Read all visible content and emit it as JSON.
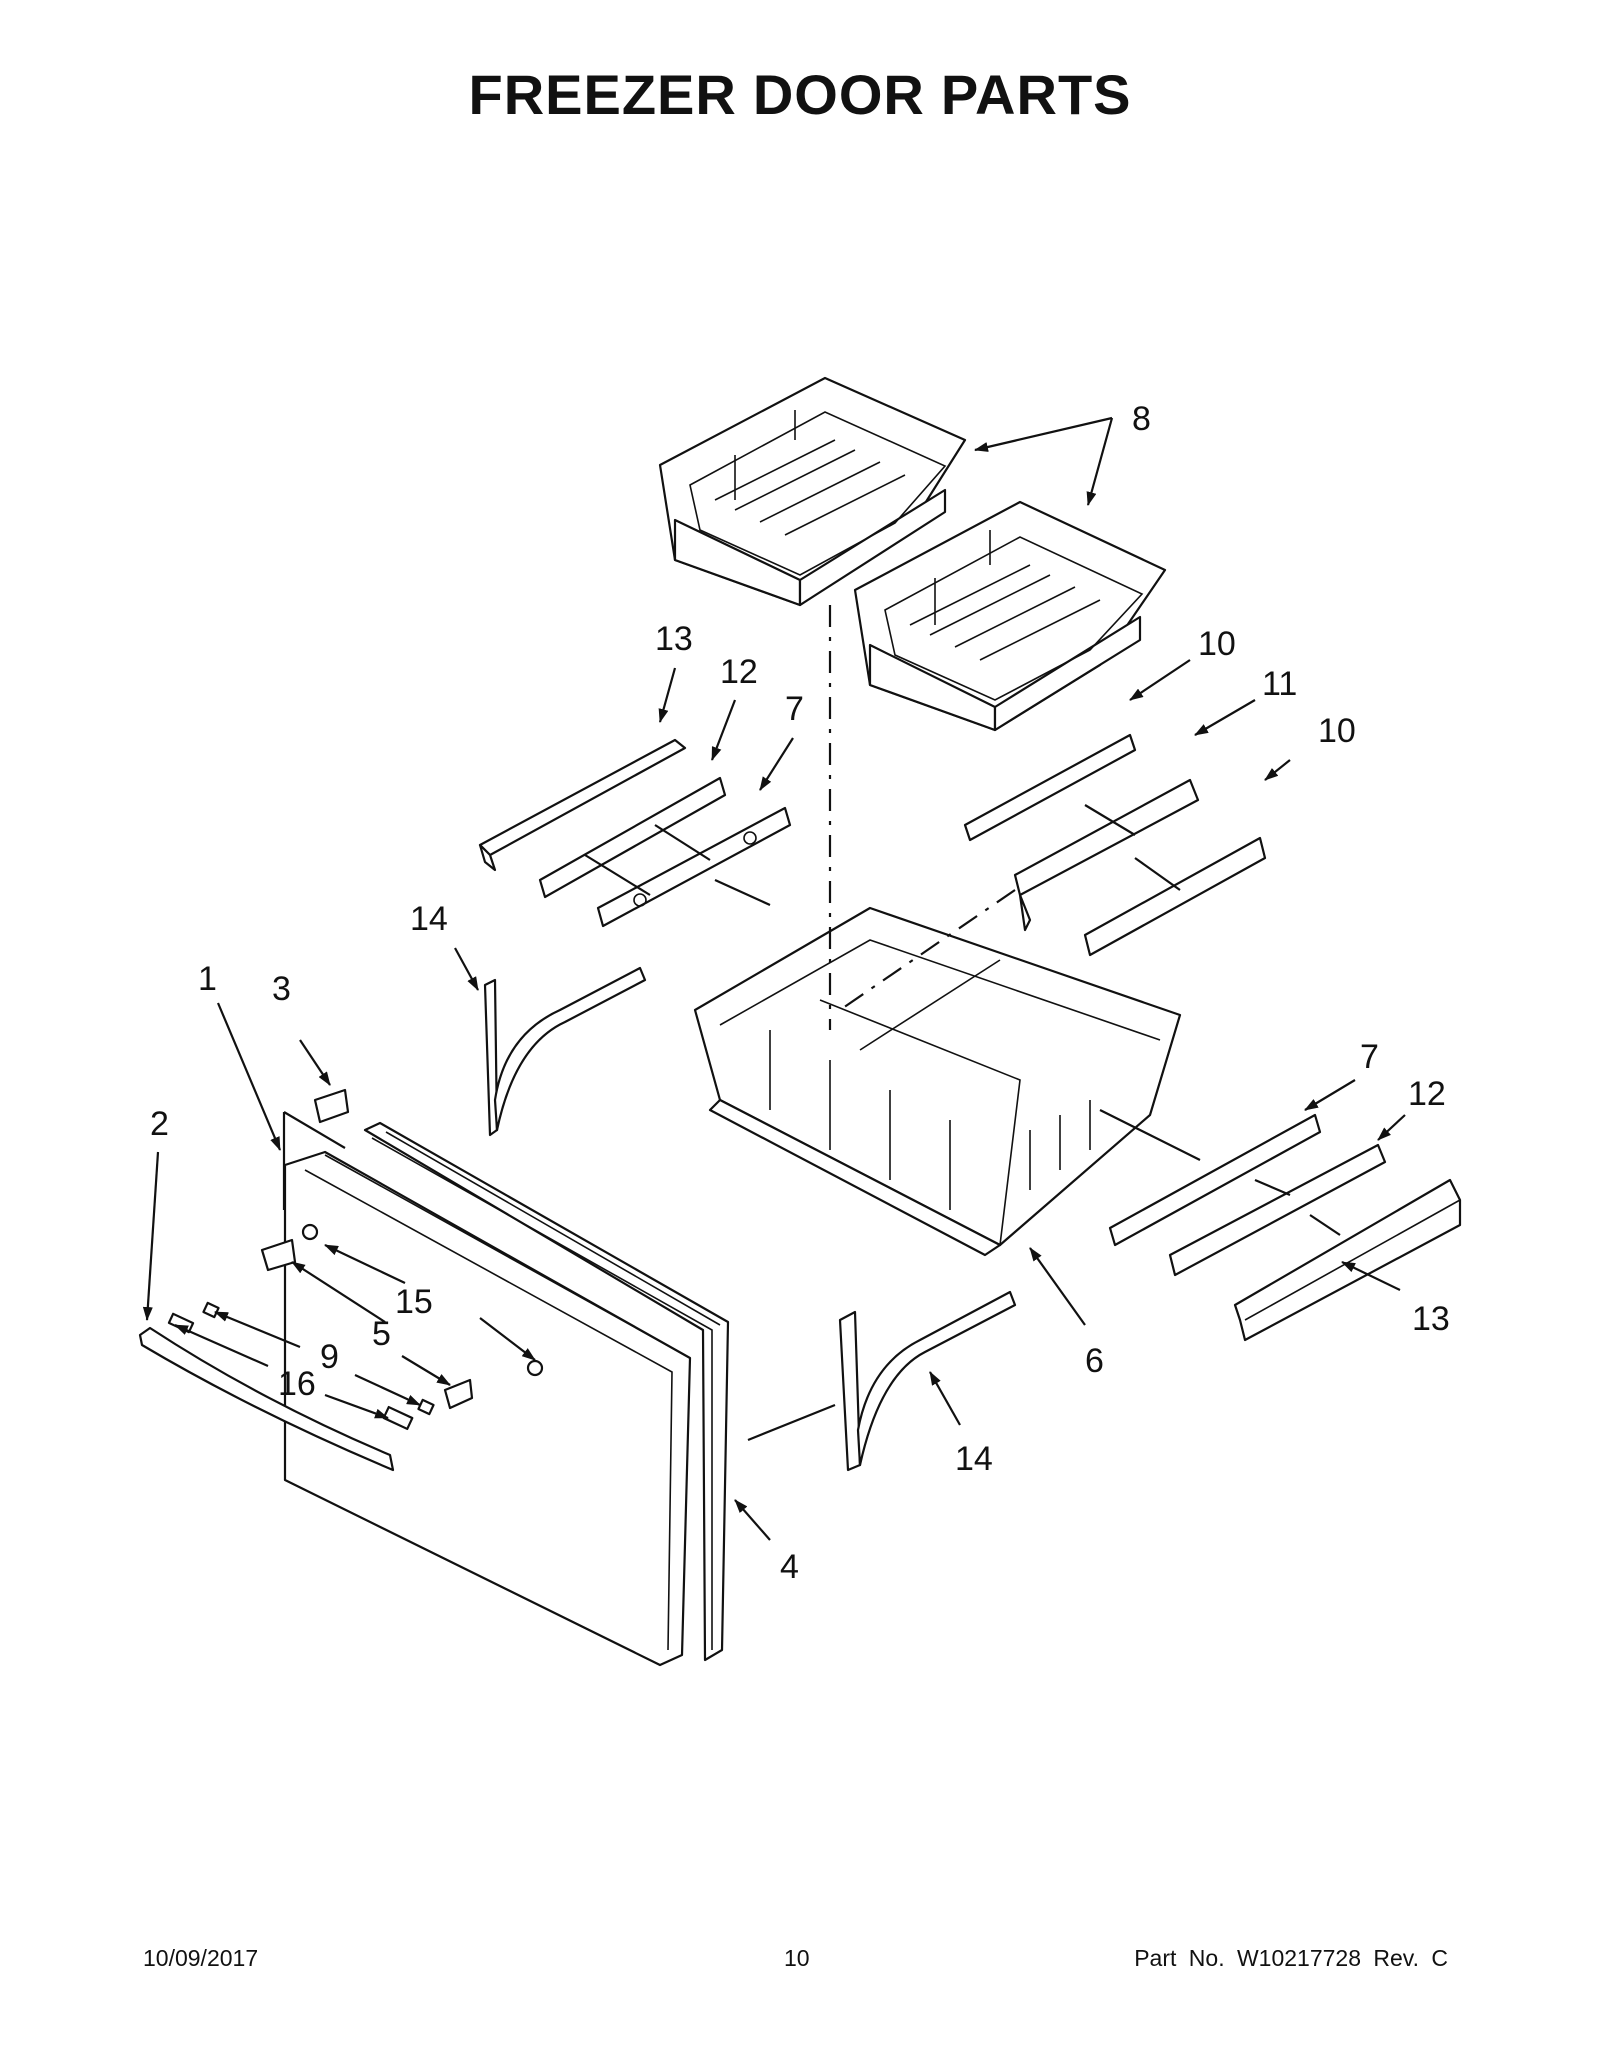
{
  "title": {
    "words": [
      "FREEZER",
      "DOOR",
      "PARTS"
    ]
  },
  "footer": {
    "date": "10/09/2017",
    "page": "10",
    "part_number": "Part No.  W10217728  Rev.  C"
  },
  "callouts": [
    {
      "id": "c8",
      "label": "8"
    },
    {
      "id": "c13a",
      "label": "13"
    },
    {
      "id": "c12a",
      "label": "12"
    },
    {
      "id": "c7a",
      "label": "7"
    },
    {
      "id": "c10a",
      "label": "10"
    },
    {
      "id": "c11",
      "label": "11"
    },
    {
      "id": "c10b",
      "label": "10"
    },
    {
      "id": "c14a",
      "label": "14"
    },
    {
      "id": "c3",
      "label": "3"
    },
    {
      "id": "c1",
      "label": "1"
    },
    {
      "id": "c2",
      "label": "2"
    },
    {
      "id": "c7b",
      "label": "7"
    },
    {
      "id": "c12b",
      "label": "12"
    },
    {
      "id": "c15",
      "label": "15"
    },
    {
      "id": "c5",
      "label": "5"
    },
    {
      "id": "c9",
      "label": "9"
    },
    {
      "id": "c16",
      "label": "16"
    },
    {
      "id": "c6",
      "label": "6"
    },
    {
      "id": "c13b",
      "label": "13"
    },
    {
      "id": "c14b",
      "label": "14"
    },
    {
      "id": "c4",
      "label": "4"
    }
  ]
}
